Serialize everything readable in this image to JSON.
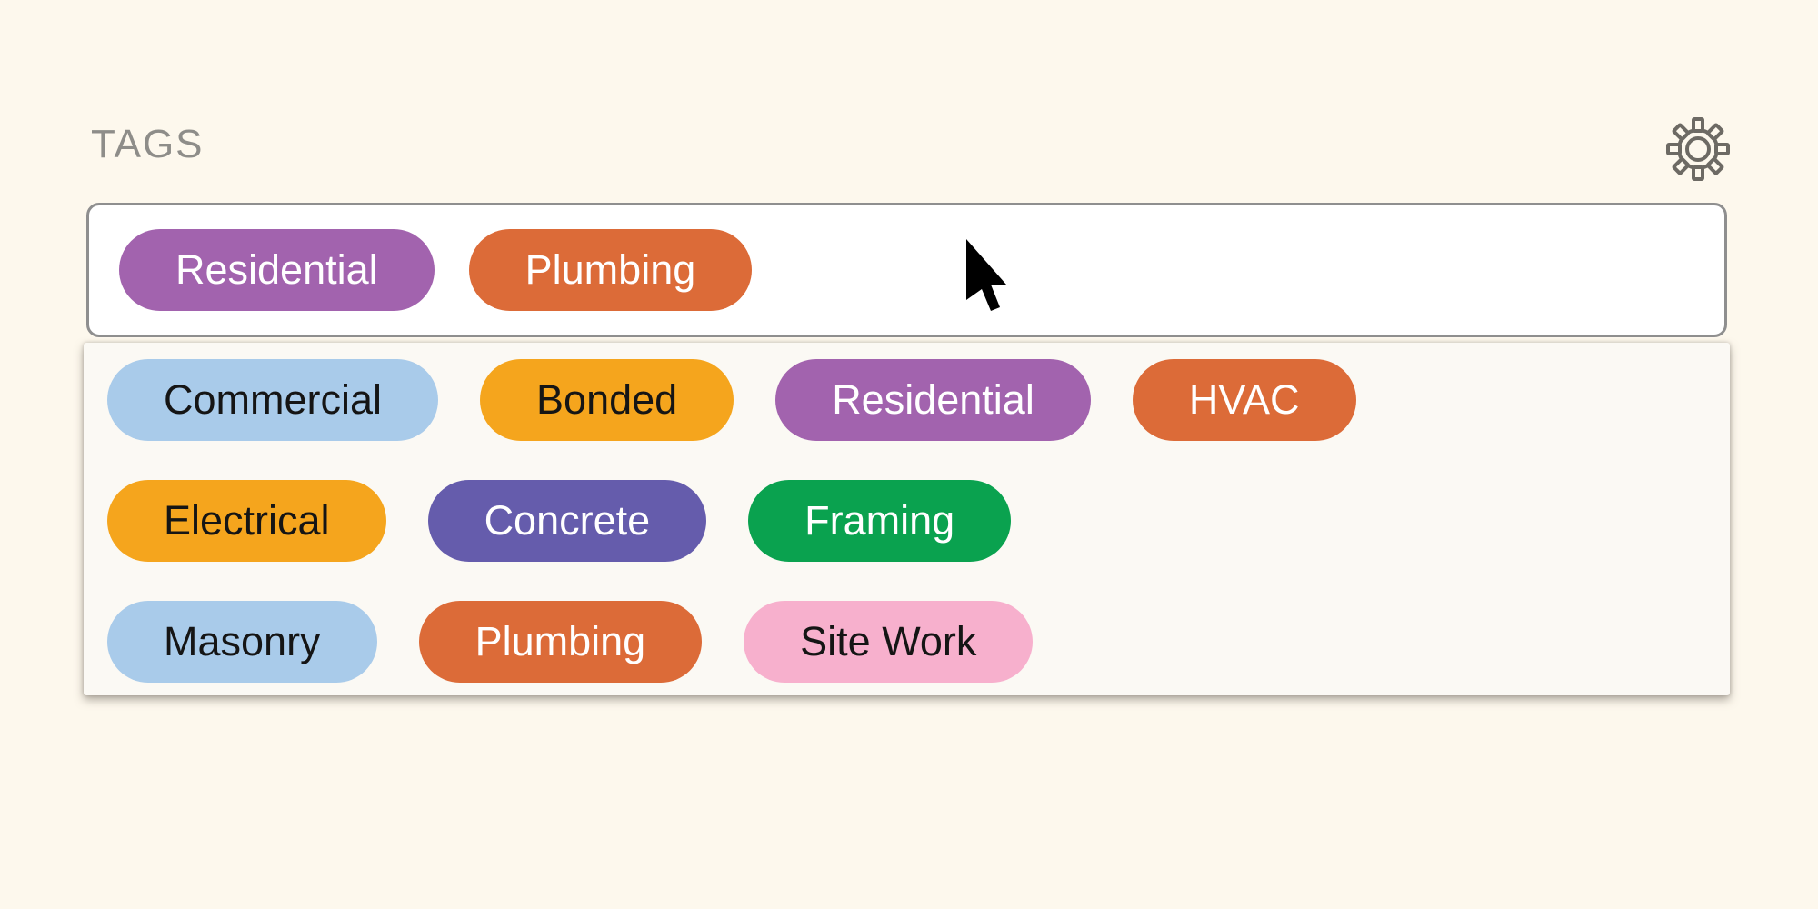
{
  "header": {
    "label": "TAGS"
  },
  "icons": {
    "settings": "gear-icon",
    "pointer": "mouse-cursor-icon"
  },
  "palette": {
    "page_background": "#fdf8ed",
    "panel_background": "#fbf9f4",
    "input_background": "#ffffff",
    "input_border": "#8f8f8f",
    "label_gray": "#8e8d89",
    "purple": "#a263ae",
    "orange": "#dc6b38",
    "light_blue": "#a9cbea",
    "amber": "#f5a51d",
    "indigo": "#655cac",
    "green": "#0aa24f",
    "pink": "#f7b0cd"
  },
  "tag_input": {
    "selected": [
      {
        "label": "Residential",
        "color": "#a263ae",
        "text_color": "#ffffff"
      },
      {
        "label": "Plumbing",
        "color": "#dc6b38",
        "text_color": "#ffffff"
      }
    ]
  },
  "dropdown": {
    "rows": [
      [
        {
          "label": "Commercial",
          "color": "#a9cbea",
          "text_color": "#151515"
        },
        {
          "label": "Bonded",
          "color": "#f5a51d",
          "text_color": "#151515"
        },
        {
          "label": "Residential",
          "color": "#a263ae",
          "text_color": "#ffffff"
        },
        {
          "label": "HVAC",
          "color": "#dc6b38",
          "text_color": "#ffffff"
        }
      ],
      [
        {
          "label": "Electrical",
          "color": "#f5a51d",
          "text_color": "#151515"
        },
        {
          "label": "Concrete",
          "color": "#655cac",
          "text_color": "#ffffff"
        },
        {
          "label": "Framing",
          "color": "#0aa24f",
          "text_color": "#ffffff"
        }
      ],
      [
        {
          "label": "Masonry",
          "color": "#a9cbea",
          "text_color": "#151515"
        },
        {
          "label": "Plumbing",
          "color": "#dc6b38",
          "text_color": "#ffffff"
        },
        {
          "label": "Site Work",
          "color": "#f7b0cd",
          "text_color": "#151515"
        }
      ]
    ]
  }
}
